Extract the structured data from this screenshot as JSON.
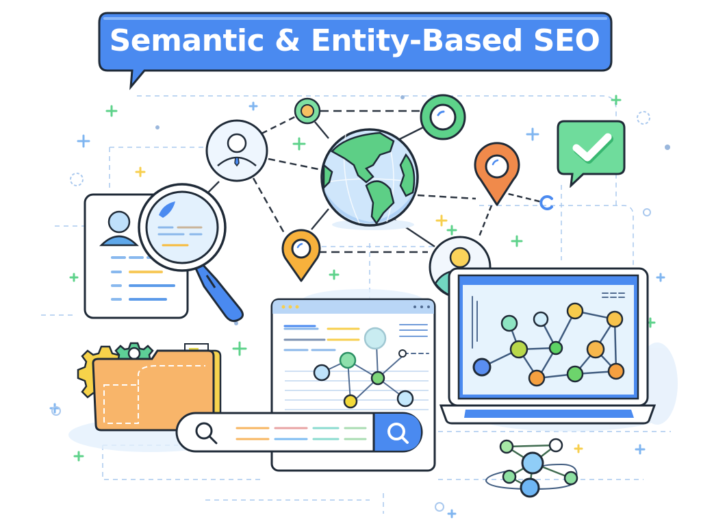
{
  "title": {
    "text": "Semantic & Entity-Based SEO",
    "bubble_color": "#4a8af0",
    "text_color": "#ffffff"
  },
  "illustration": {
    "central_icon": "globe-icon",
    "entities": [
      {
        "icon": "person-node-icon",
        "label": "person entity"
      },
      {
        "icon": "location-pin-icon",
        "color": "#f5a623"
      },
      {
        "icon": "location-pin-icon",
        "color": "#f07c3c"
      },
      {
        "icon": "business-person-node-icon",
        "label": "person entity"
      },
      {
        "icon": "small-node-icon",
        "color": "#f5c060"
      },
      {
        "icon": "ring-node-icon",
        "color": "#5dd28a"
      }
    ],
    "panels": [
      {
        "icon": "profile-document-icon"
      },
      {
        "icon": "magnifying-glass-icon"
      },
      {
        "icon": "browser-window-knowledge-graph-icon"
      },
      {
        "icon": "laptop-network-graph-icon"
      },
      {
        "icon": "folder-with-gears-icon"
      },
      {
        "icon": "check-speech-bubble-icon",
        "color": "#5fd292"
      },
      {
        "icon": "molecule-graph-icon"
      }
    ],
    "search_bar": {
      "search_icon": "search-icon",
      "button_icon": "search-icon",
      "button_color": "#4a8af0"
    }
  },
  "palette": {
    "blue": "#4a8af0",
    "green": "#5dd28a",
    "orange": "#f5a04a",
    "yellow": "#f7cf4e",
    "outline": "#1f2a37",
    "light_blue": "#d9ebfb"
  }
}
